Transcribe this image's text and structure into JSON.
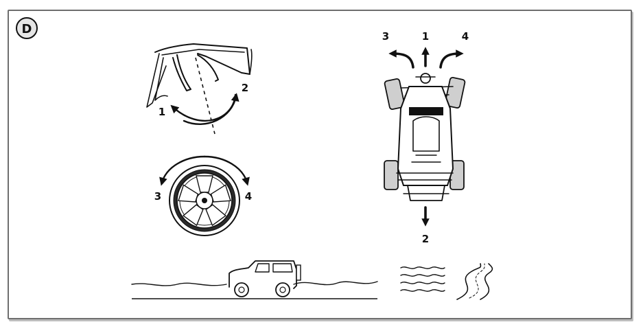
{
  "panel": {
    "badge": "D"
  },
  "steering": {
    "labels": [
      "1",
      "2"
    ]
  },
  "wheel": {
    "labels": [
      "3",
      "4"
    ]
  },
  "car_directions": {
    "labels": [
      "3",
      "1",
      "4",
      "2"
    ]
  }
}
